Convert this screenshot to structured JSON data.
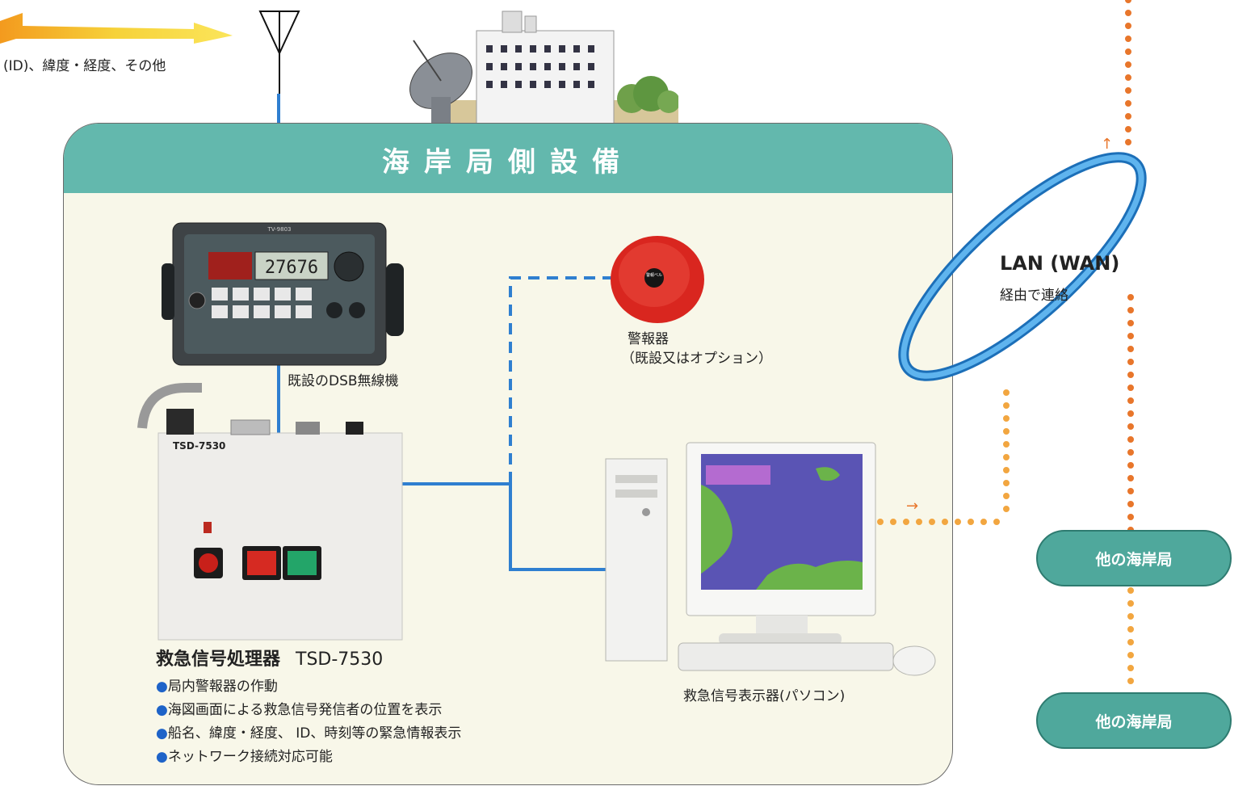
{
  "top_caption": "(ID)、緯度・経度、その他",
  "panel": {
    "title": "海岸局側設備"
  },
  "dsb_radio": {
    "label": "既設のDSB無線機",
    "display_value": "27676",
    "model_plate": "TV-9803"
  },
  "alarm": {
    "label_line1": "警報器",
    "label_line2": "（既設又はオプション）",
    "face_text": "警報ベル"
  },
  "processor": {
    "name": "救急信号処理器",
    "model": "TSD-7530",
    "plate_model": "TSD-7530",
    "features": [
      "局内警報器の作動",
      "海図画面による救急信号発信者の位置を表示",
      "船名、緯度・経度、 ID、時刻等の緊急情報表示",
      "ネットワーク接続対応可能"
    ],
    "bullet_glyph": "●"
  },
  "pc": {
    "label": "救急信号表示器(パソコン)"
  },
  "lan": {
    "title": "LAN (WAN)",
    "subtitle": "経由で連絡"
  },
  "stations": [
    {
      "label": "他の海岸局"
    },
    {
      "label": "他の海岸局"
    }
  ],
  "arrows": {
    "up": "↑",
    "right": "→"
  },
  "colors": {
    "panel_header": "#63b8ad",
    "panel_body": "#f8f7e9",
    "wire_blue": "#2f7fd0",
    "dotted_orange": "#e8762b",
    "dotted_light": "#f2a640",
    "lan_ring": "#2d8fd8",
    "station_fill": "#4fa89c"
  }
}
